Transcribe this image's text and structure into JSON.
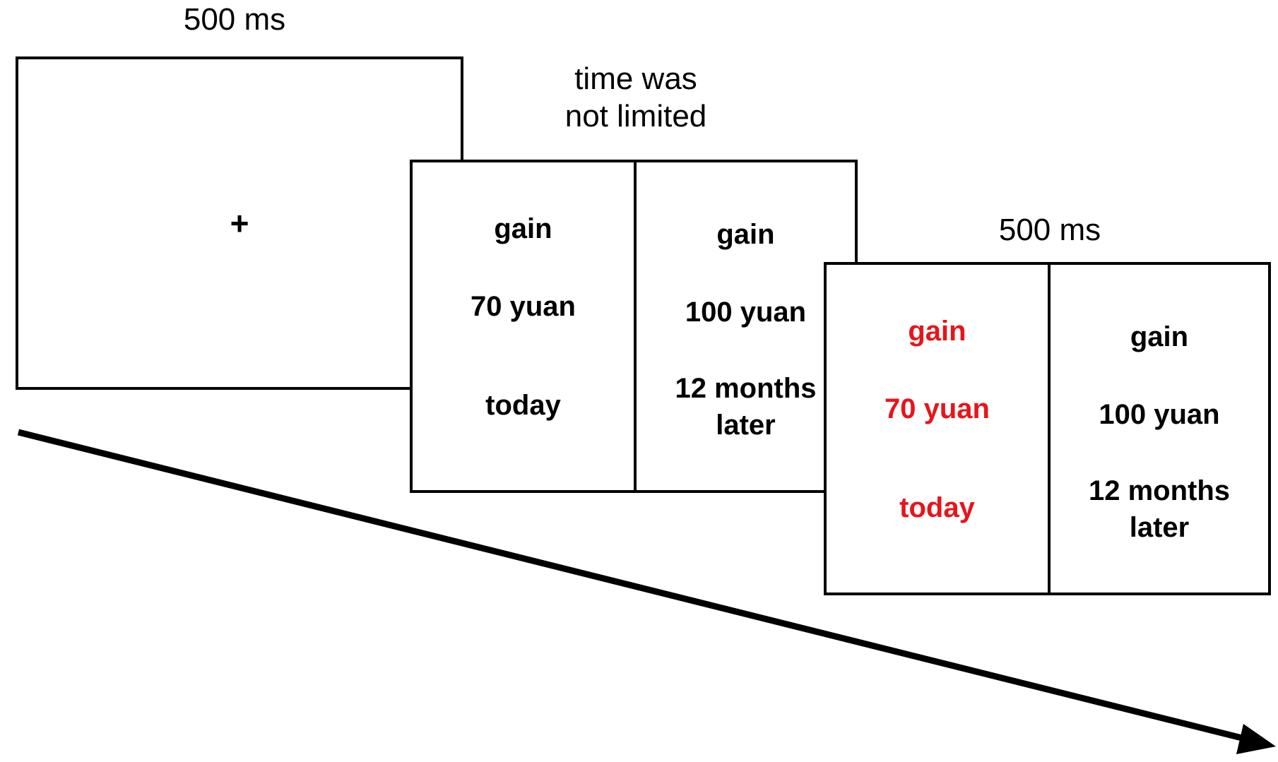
{
  "colors": {
    "text": "#000000",
    "highlight": "#e8141b",
    "border": "#000000",
    "background": "#ffffff"
  },
  "screen1": {
    "duration": "500 ms",
    "fixation": "+"
  },
  "screen2": {
    "duration_line1": "time was",
    "duration_line2": "not limited",
    "left": {
      "outcome": "gain",
      "amount": "70 yuan",
      "delay": "today"
    },
    "right": {
      "outcome": "gain",
      "amount": "100 yuan",
      "delay_line1": "12 months",
      "delay_line2": "later"
    }
  },
  "screen3": {
    "duration": "500 ms",
    "left": {
      "outcome": "gain",
      "amount": "70 yuan",
      "delay": "today",
      "selected": true
    },
    "right": {
      "outcome": "gain",
      "amount": "100 yuan",
      "delay_line1": "12 months",
      "delay_line2": "later"
    }
  },
  "timeline_icon": "arrow-icon"
}
